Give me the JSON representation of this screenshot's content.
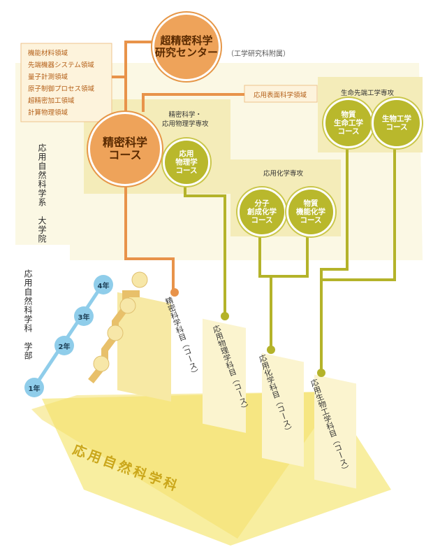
{
  "center": {
    "name": "超精密科学\n研究センター",
    "note": "（工学研究科附属）"
  },
  "fields": [
    "機能材料領域",
    "先端機器システム領域",
    "量子計測領域",
    "原子制御プロセス領域",
    "超精密加工領域",
    "計算物理領域"
  ],
  "graduate": {
    "label": "応用自然科学系　大学院",
    "precision_course": "精密科学\nコース",
    "precision_major": "精密科学・\n応用物理学専攻",
    "applied_physics_course": "応用\n物理学\nコース",
    "surface_field": "応用表面科学領域",
    "life_major": "生命先端工学専攻",
    "material_life_course": "物質\n生命工学\nコース",
    "bio_course": "生物工学\nコース",
    "chem_major": "応用化学専攻",
    "molecular_course": "分子\n創成化学\nコース",
    "functional_course": "物質\n機能化学\nコース"
  },
  "undergrad": {
    "label": "応用自然科学科　学部",
    "years": [
      "1年",
      "2年",
      "3年",
      "4年"
    ],
    "dept": "応用自然科学科",
    "tracks": [
      "精密科学科目（コース）",
      "応用物理学科目（コース）",
      "応用化学科目（コース）",
      "応用生物工学科目（コース）"
    ]
  },
  "colors": {
    "orange": "#e8934a",
    "olive": "#b4b32a",
    "pale": "#f6f0c2",
    "paler": "#fbf7de",
    "blue": "#8fcdea"
  }
}
